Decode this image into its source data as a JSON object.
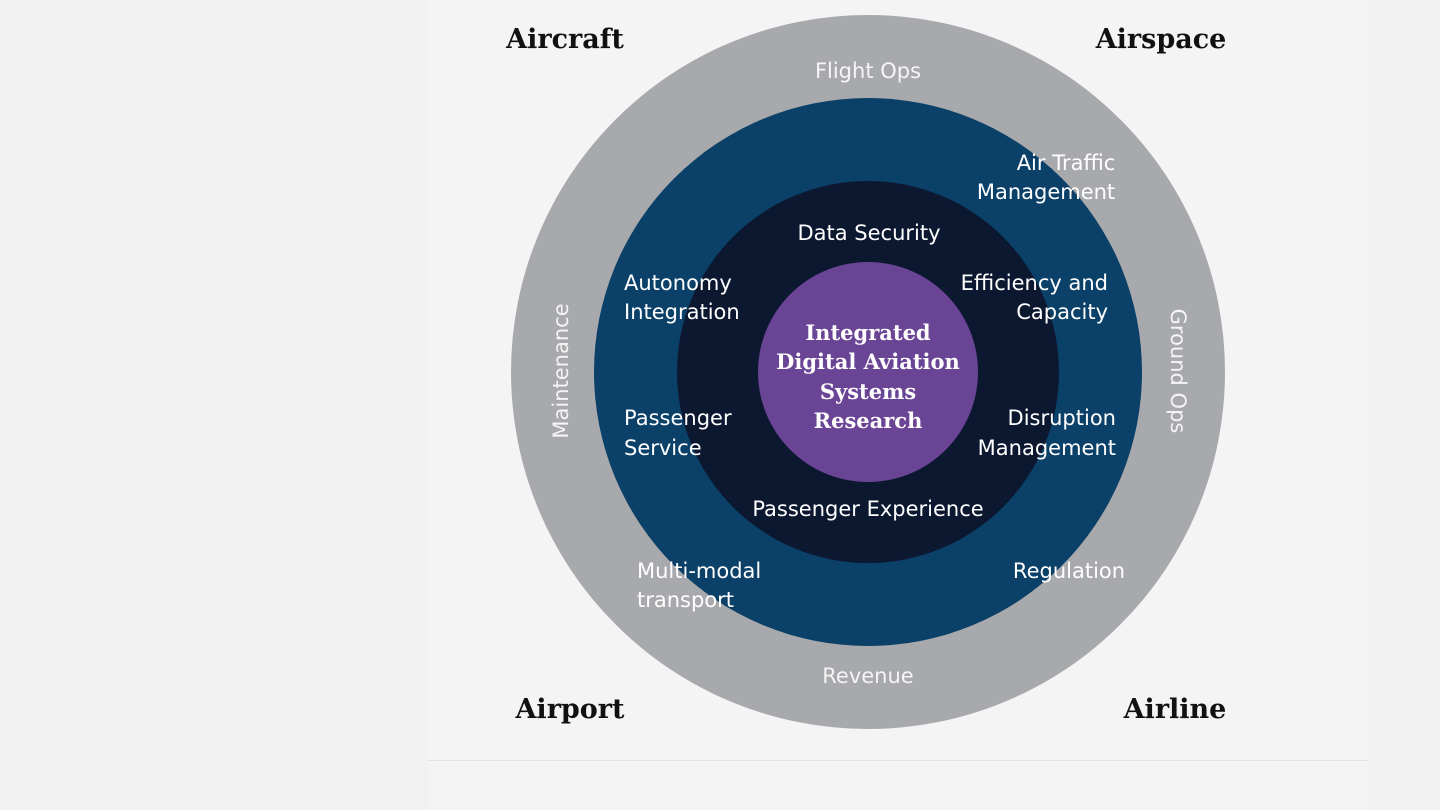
{
  "corners": {
    "top_left": "Aircraft",
    "top_right": "Airspace",
    "bottom_left": "Airport",
    "bottom_right": "Airline"
  },
  "core": {
    "line1": "Integrated",
    "line2": "Digital Aviation",
    "line3": "Systems",
    "line4": "Research"
  },
  "outer_ring": {
    "top": "Flight Ops",
    "left": "Maintenance",
    "right": "Ground Ops",
    "bottom": "Revenue"
  },
  "middle_ring": {
    "air_traffic_line1": "Air Traffic",
    "air_traffic_line2": "Management",
    "regulation": "Regulation",
    "multimodal_line1": "Multi-modal",
    "multimodal_line2": "transport"
  },
  "inner_ring": {
    "data_security": "Data Security",
    "autonomy_line1": "Autonomy",
    "autonomy_line2": "Integration",
    "efficiency_line1": "Efficiency and",
    "efficiency_line2": "Capacity",
    "passenger_service_line1": "Passenger",
    "passenger_service_line2": "Service",
    "disruption_line1": "Disruption",
    "disruption_line2": "Management",
    "passenger_experience": "Passenger Experience"
  },
  "colors": {
    "outer_ring": "#a7a9ac",
    "middle_ring": "#0b4069",
    "inner_ring": "#0c1730",
    "core": "#6a4596",
    "background": "#f3f3f3"
  }
}
